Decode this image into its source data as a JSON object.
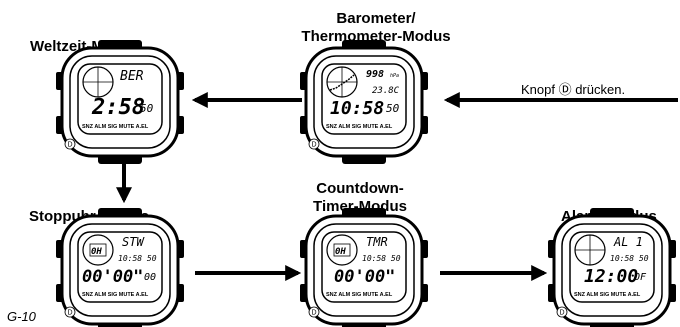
{
  "page_label": "G-10",
  "instruction": "Knopf Ⓓ drücken.",
  "button_mark": "D",
  "bottom_labels": "SNZ ALM SIG MUTE A.EL",
  "modes": {
    "world_time": {
      "title": "Weltzeit-Modus",
      "top": "BER",
      "time": "2:58",
      "sec": "50",
      "small": ""
    },
    "barometer": {
      "title": "Barometer/\nThermometer-Modus",
      "top": "998",
      "top_unit": "hPa",
      "temp": "23.8C",
      "time": "10:58",
      "sec": "50"
    },
    "stopwatch": {
      "title": "Stoppuhr-Modus",
      "top": "STW",
      "small": "10:58 50",
      "main": "00'00\"",
      "sec": "00",
      "hour": "0H"
    },
    "countdown": {
      "title": "Countdown-\nTimer-Modus",
      "top": "TMR",
      "small": "10:58 50",
      "main": "00'00\"",
      "hour": "0H"
    },
    "alarm": {
      "title": "Alarm-Modus",
      "top": "AL 1",
      "small": "10:58 50",
      "main": "12:00",
      "sec": "OF"
    }
  }
}
